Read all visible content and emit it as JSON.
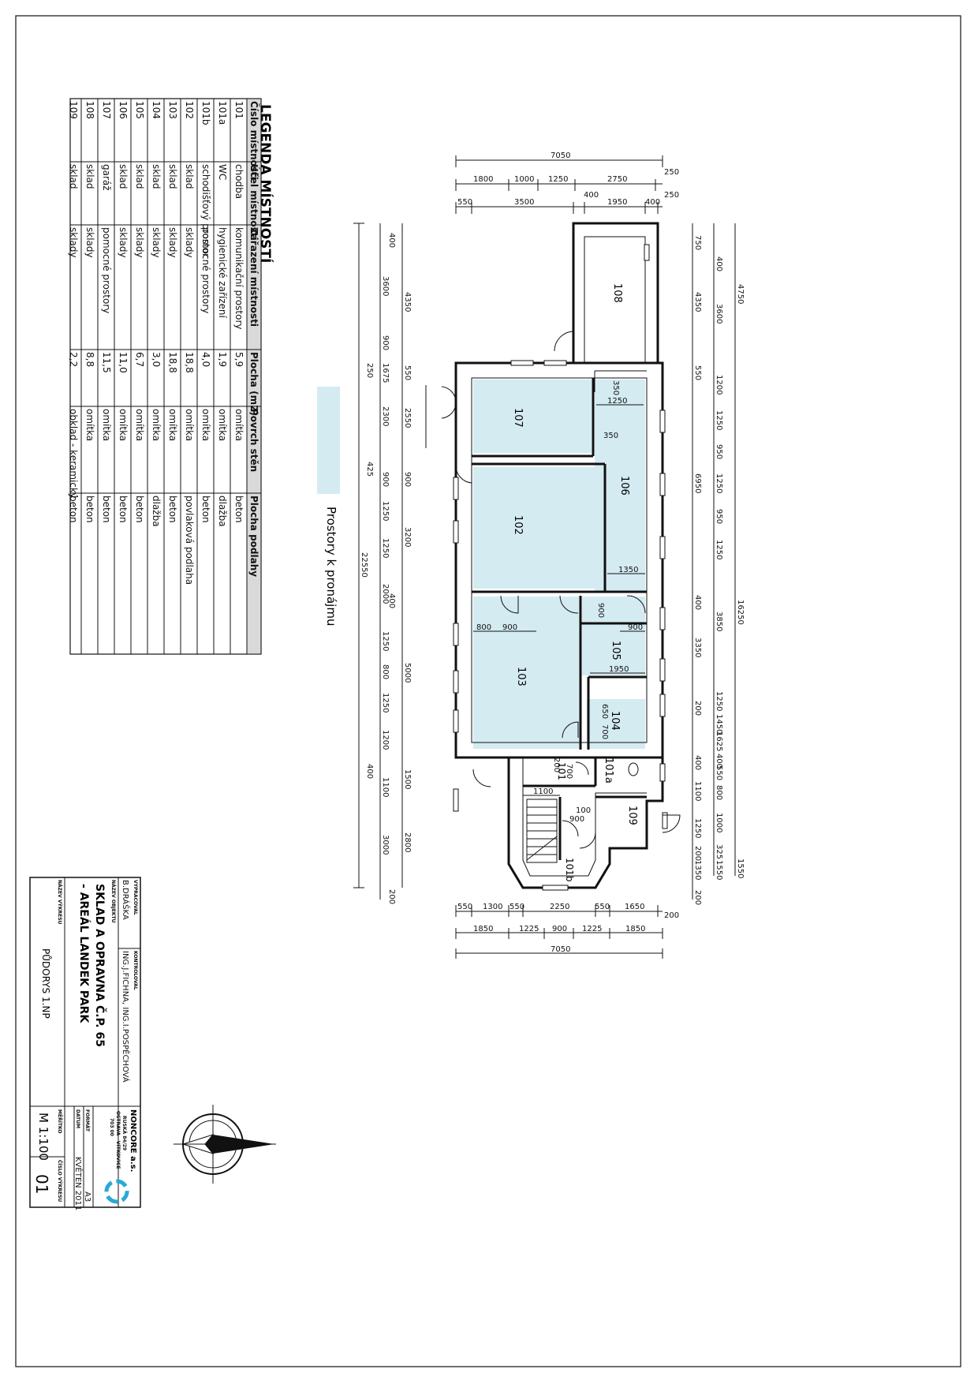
{
  "legend": {
    "title": "LEGENDA MÍSTNOSTÍ",
    "headers": [
      "Číslo místnosti",
      "Účel místnosti",
      "Zařazení místnosti",
      "Plocha (m2)",
      "Povrch stěn",
      "Plocha podlahy"
    ],
    "rows": [
      [
        "101",
        "chodba",
        "komunikační prostory",
        "5,9",
        "omítka",
        "beton"
      ],
      [
        "101a",
        "WC",
        "hygienické zařízení",
        "1,9",
        "omítka",
        "dlažba"
      ],
      [
        "101b",
        "schodišťový prostor",
        "pomocné prostory",
        "4,0",
        "omítka",
        "beton"
      ],
      [
        "102",
        "sklad",
        "sklady",
        "18,8",
        "omítka",
        "povlaková podlaha"
      ],
      [
        "103",
        "sklad",
        "sklady",
        "18,8",
        "omítka",
        "beton"
      ],
      [
        "104",
        "sklad",
        "sklady",
        "3,0",
        "omítka",
        "dlažba"
      ],
      [
        "105",
        "sklad",
        "sklady",
        "6,7",
        "omítka",
        "beton"
      ],
      [
        "106",
        "sklad",
        "sklady",
        "11,0",
        "omítka",
        "beton"
      ],
      [
        "107",
        "garáž",
        "pomocné prostory",
        "11,5",
        "omítka",
        "beton"
      ],
      [
        "108",
        "sklad",
        "sklady",
        "8,8",
        "omítka",
        "beton"
      ],
      [
        "109",
        "sklad",
        "sklady",
        "2,2",
        "obklad - keramický",
        "beton"
      ]
    ]
  },
  "rental_legend": {
    "label": "Prostory k pronájmu",
    "color": "#d4ebf2"
  },
  "rooms": {
    "r101": "101",
    "r101a": "101a",
    "r101b": "101b",
    "r102": "102",
    "r103": "103",
    "r104": "104",
    "r105": "105",
    "r106": "106",
    "r107": "107",
    "r108": "108",
    "r109": "109"
  },
  "dimensions": {
    "top_total": "7050",
    "top_row2": [
      "1800",
      "1000",
      "1250",
      "2750",
      "250"
    ],
    "top_row3": [
      "550",
      "3500",
      "400",
      "1950",
      "400",
      "250"
    ],
    "bottom_row1": [
      "550",
      "1300",
      "550",
      "2250",
      "550",
      "1650",
      "200"
    ],
    "bottom_row2": [
      "1850",
      "1225",
      "900",
      "1225",
      "1850"
    ],
    "bottom_total": "7050",
    "left_total": "22550",
    "left_row1": [
      "3600",
      "900",
      "1675",
      "2300",
      "900",
      "1250",
      "1250",
      "2000",
      "1250",
      "800",
      "1250",
      "1200",
      "1100",
      "3000"
    ],
    "left_row1_small": [
      "400",
      "250",
      "425",
      "400",
      "400",
      "200"
    ],
    "left_row2": [
      "4350",
      "550",
      "2550",
      "900",
      "3200",
      "5000",
      "1500",
      "2800"
    ],
    "right_total": "16250",
    "right_row1": [
      "4750",
      "6950",
      "1250",
      "1550"
    ],
    "right_row2": [
      "4350",
      "550",
      "1200",
      "1250",
      "950",
      "1250",
      "950",
      "1250",
      "400",
      "3350",
      "200",
      "1450",
      "1625",
      "400",
      "550",
      "800",
      "1000",
      "325",
      "1550"
    ],
    "right_row3": [
      "750",
      "400",
      "3600",
      "3850",
      "1250",
      "1100",
      "400",
      "1250",
      "200",
      "1350",
      "200"
    ],
    "interior": [
      "350",
      "1250",
      "350",
      "1350",
      "900",
      "800",
      "900",
      "900",
      "1950",
      "650",
      "700",
      "700",
      "200",
      "01",
      "1100",
      "100",
      "900"
    ]
  },
  "title_block": {
    "vypracoval_label": "VYPRACOVAL",
    "vypracoval": "B.DRÁŠKA",
    "kontroloval_label": "KONTROLOVAL",
    "kontroloval": "ING.J.FICHNA, ING.I.POSPĚCHOVÁ",
    "company": "NONCORE a.s.",
    "address_1": "RUSKÁ 84/29",
    "address_2": "OSTRAVA - VÍTKOVICE",
    "address_3": "703 00",
    "nazev_objektu_label": "NÁZEV OBJEKTU",
    "nazev_objektu_1": "SKLAD A OPRAVNA Č.P. 65",
    "nazev_objektu_2": "- AREÁL LANDEK PARK",
    "format_label": "FORMÁT",
    "format": "A3",
    "datum_label": "DATUM",
    "datum": "KVĚTEN 2011",
    "nazev_vykresu_label": "NÁZEV VÝKRESU",
    "nazev_vykresu": "PŮDORYS 1.NP",
    "meritko_label": "MĚŘÍTKO",
    "meritko": "M 1:100",
    "cislo_vykresu_label": "ČÍSLO VÝKRESU",
    "cislo_vykresu": "01"
  }
}
